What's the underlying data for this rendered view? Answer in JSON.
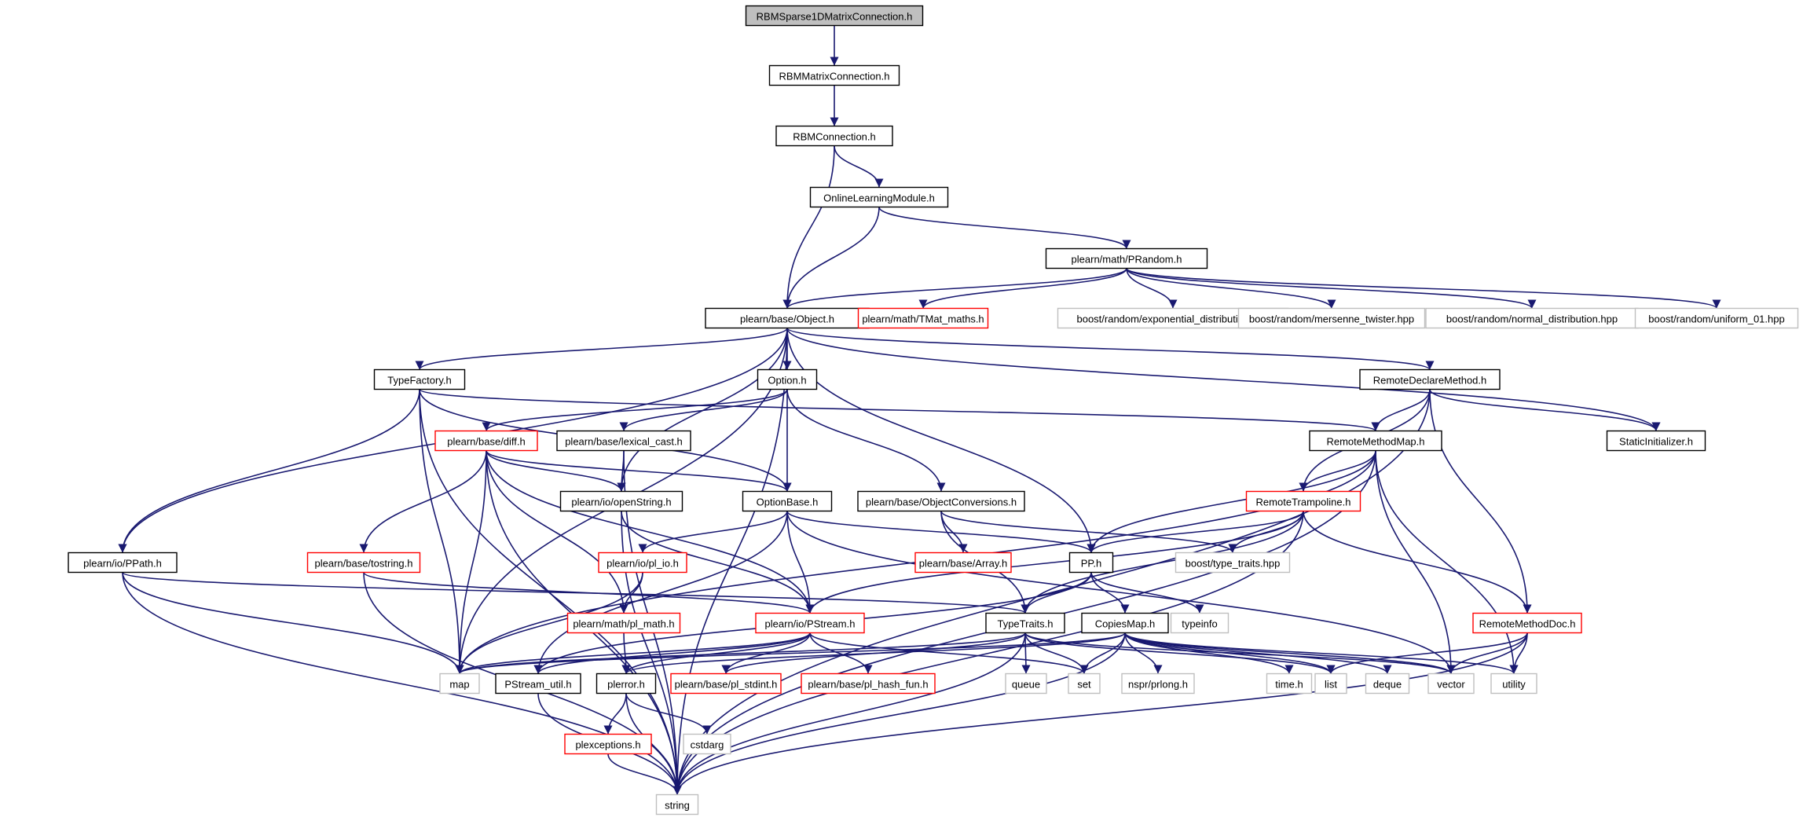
{
  "colors": {
    "edge": "#191970",
    "root_fill": "#bfbfbf",
    "documented_border": "#000000",
    "incomplete_border": "#ff0000",
    "external_border": "#bfbfbf",
    "background": "#ffffff"
  },
  "nodes": [
    {
      "id": "rbmsparse",
      "label": "RBMSparse1DMatrixConnection.h",
      "kind": "root"
    },
    {
      "id": "rbmmatrix",
      "label": "RBMMatrixConnection.h",
      "kind": "documented"
    },
    {
      "id": "rbmconn",
      "label": "RBMConnection.h",
      "kind": "documented"
    },
    {
      "id": "online",
      "label": "OnlineLearningModule.h",
      "kind": "documented"
    },
    {
      "id": "prandom",
      "label": "plearn/math/PRandom.h",
      "kind": "documented"
    },
    {
      "id": "object",
      "label": "plearn/base/Object.h",
      "kind": "documented"
    },
    {
      "id": "tmat",
      "label": "plearn/math/TMat_maths.h",
      "kind": "incomplete"
    },
    {
      "id": "expdist",
      "label": "boost/random/exponential_distribution.hpp",
      "kind": "external"
    },
    {
      "id": "mersenne",
      "label": "boost/random/mersenne_twister.hpp",
      "kind": "external"
    },
    {
      "id": "normdist",
      "label": "boost/random/normal_distribution.hpp",
      "kind": "external"
    },
    {
      "id": "uniform",
      "label": "boost/random/uniform_01.hpp",
      "kind": "external"
    },
    {
      "id": "typefactory",
      "label": "TypeFactory.h",
      "kind": "documented"
    },
    {
      "id": "option",
      "label": "Option.h",
      "kind": "documented"
    },
    {
      "id": "remotedeclare",
      "label": "RemoteDeclareMethod.h",
      "kind": "documented"
    },
    {
      "id": "diff",
      "label": "plearn/base/diff.h",
      "kind": "incomplete"
    },
    {
      "id": "lexical",
      "label": "plearn/base/lexical_cast.h",
      "kind": "documented"
    },
    {
      "id": "remotemap",
      "label": "RemoteMethodMap.h",
      "kind": "documented"
    },
    {
      "id": "staticinit",
      "label": "StaticInitializer.h",
      "kind": "documented"
    },
    {
      "id": "openstring",
      "label": "plearn/io/openString.h",
      "kind": "documented"
    },
    {
      "id": "optionbase",
      "label": "OptionBase.h",
      "kind": "documented"
    },
    {
      "id": "objconv",
      "label": "plearn/base/ObjectConversions.h",
      "kind": "documented"
    },
    {
      "id": "remotetramp",
      "label": "RemoteTrampoline.h",
      "kind": "incomplete"
    },
    {
      "id": "ppath",
      "label": "plearn/io/PPath.h",
      "kind": "documented"
    },
    {
      "id": "tostring",
      "label": "plearn/base/tostring.h",
      "kind": "incomplete"
    },
    {
      "id": "plio",
      "label": "plearn/io/pl_io.h",
      "kind": "incomplete"
    },
    {
      "id": "array",
      "label": "plearn/base/Array.h",
      "kind": "incomplete"
    },
    {
      "id": "pph",
      "label": "PP.h",
      "kind": "documented"
    },
    {
      "id": "typetraitsboost",
      "label": "boost/type_traits.hpp",
      "kind": "external"
    },
    {
      "id": "plmath",
      "label": "plearn/math/pl_math.h",
      "kind": "incomplete"
    },
    {
      "id": "pstream",
      "label": "plearn/io/PStream.h",
      "kind": "incomplete"
    },
    {
      "id": "typetraits",
      "label": "TypeTraits.h",
      "kind": "documented"
    },
    {
      "id": "copiesmap",
      "label": "CopiesMap.h",
      "kind": "documented"
    },
    {
      "id": "typeinfo",
      "label": "typeinfo",
      "kind": "external"
    },
    {
      "id": "remotedoc",
      "label": "RemoteMethodDoc.h",
      "kind": "incomplete"
    },
    {
      "id": "map",
      "label": "map",
      "kind": "external"
    },
    {
      "id": "pstreamutil",
      "label": "PStream_util.h",
      "kind": "documented"
    },
    {
      "id": "plerror",
      "label": "plerror.h",
      "kind": "documented"
    },
    {
      "id": "stdint",
      "label": "plearn/base/pl_stdint.h",
      "kind": "incomplete"
    },
    {
      "id": "hashfun",
      "label": "plearn/base/pl_hash_fun.h",
      "kind": "incomplete"
    },
    {
      "id": "queue",
      "label": "queue",
      "kind": "external"
    },
    {
      "id": "set",
      "label": "set",
      "kind": "external"
    },
    {
      "id": "prlong",
      "label": "nspr/prlong.h",
      "kind": "external"
    },
    {
      "id": "timeh",
      "label": "time.h",
      "kind": "external"
    },
    {
      "id": "list",
      "label": "list",
      "kind": "external"
    },
    {
      "id": "deque",
      "label": "deque",
      "kind": "external"
    },
    {
      "id": "vector",
      "label": "vector",
      "kind": "external"
    },
    {
      "id": "utility",
      "label": "utility",
      "kind": "external"
    },
    {
      "id": "plexceptions",
      "label": "plexceptions.h",
      "kind": "incomplete"
    },
    {
      "id": "cstdarg",
      "label": "cstdarg",
      "kind": "external"
    },
    {
      "id": "string",
      "label": "string",
      "kind": "external"
    }
  ],
  "edges": [
    [
      "rbmsparse",
      "rbmmatrix"
    ],
    [
      "rbmmatrix",
      "rbmconn"
    ],
    [
      "rbmconn",
      "online"
    ],
    [
      "rbmconn",
      "object"
    ],
    [
      "online",
      "object"
    ],
    [
      "online",
      "prandom"
    ],
    [
      "prandom",
      "object"
    ],
    [
      "prandom",
      "tmat"
    ],
    [
      "prandom",
      "expdist"
    ],
    [
      "prandom",
      "mersenne"
    ],
    [
      "prandom",
      "normdist"
    ],
    [
      "prandom",
      "uniform"
    ],
    [
      "object",
      "typefactory"
    ],
    [
      "object",
      "option"
    ],
    [
      "object",
      "remotedeclare"
    ],
    [
      "object",
      "staticinit"
    ],
    [
      "object",
      "ppath"
    ],
    [
      "object",
      "openstring"
    ],
    [
      "object",
      "pph"
    ],
    [
      "object",
      "map"
    ],
    [
      "object",
      "string"
    ],
    [
      "typefactory",
      "ppath"
    ],
    [
      "typefactory",
      "optionbase"
    ],
    [
      "typefactory",
      "remotemap"
    ],
    [
      "typefactory",
      "map"
    ],
    [
      "typefactory",
      "string"
    ],
    [
      "option",
      "diff"
    ],
    [
      "option",
      "lexical"
    ],
    [
      "option",
      "optionbase"
    ],
    [
      "option",
      "objconv"
    ],
    [
      "remotedeclare",
      "remotemap"
    ],
    [
      "remotedeclare",
      "remotetramp"
    ],
    [
      "remotedeclare",
      "remotedoc"
    ],
    [
      "remotedeclare",
      "staticinit"
    ],
    [
      "remotedeclare",
      "string"
    ],
    [
      "diff",
      "openstring"
    ],
    [
      "diff",
      "optionbase"
    ],
    [
      "diff",
      "tostring"
    ],
    [
      "diff",
      "plmath"
    ],
    [
      "diff",
      "pstream"
    ],
    [
      "diff",
      "map"
    ],
    [
      "diff",
      "string"
    ],
    [
      "lexical",
      "openstring"
    ],
    [
      "lexical",
      "string"
    ],
    [
      "remotemap",
      "remotetramp"
    ],
    [
      "remotemap",
      "pph"
    ],
    [
      "remotemap",
      "vector"
    ],
    [
      "remotemap",
      "utility"
    ],
    [
      "remotemap",
      "map"
    ],
    [
      "remotemap",
      "string"
    ],
    [
      "openstring",
      "pstream"
    ],
    [
      "openstring",
      "string"
    ],
    [
      "optionbase",
      "plio"
    ],
    [
      "optionbase",
      "pstream"
    ],
    [
      "optionbase",
      "pph"
    ],
    [
      "optionbase",
      "vector"
    ],
    [
      "optionbase",
      "pstreamutil"
    ],
    [
      "objconv",
      "array"
    ],
    [
      "objconv",
      "typetraits"
    ],
    [
      "objconv",
      "typetraitsboost"
    ],
    [
      "remotetramp",
      "pph"
    ],
    [
      "remotetramp",
      "pstream"
    ],
    [
      "remotetramp",
      "typetraits"
    ],
    [
      "remotetramp",
      "remotedoc"
    ],
    [
      "remotetramp",
      "typetraitsboost"
    ],
    [
      "remotetramp",
      "string"
    ],
    [
      "ppath",
      "typetraits"
    ],
    [
      "ppath",
      "map"
    ],
    [
      "ppath",
      "string"
    ],
    [
      "tostring",
      "pstream"
    ],
    [
      "tostring",
      "string"
    ],
    [
      "plio",
      "plmath"
    ],
    [
      "plio",
      "map"
    ],
    [
      "plmath",
      "plerror"
    ],
    [
      "pph",
      "typetraits"
    ],
    [
      "pph",
      "copiesmap"
    ],
    [
      "pph",
      "typeinfo"
    ],
    [
      "pph",
      "pstreamutil"
    ],
    [
      "pstream",
      "pstreamutil"
    ],
    [
      "pstream",
      "plerror"
    ],
    [
      "pstream",
      "stdint"
    ],
    [
      "pstream",
      "hashfun"
    ],
    [
      "pstream",
      "map"
    ],
    [
      "pstream",
      "set"
    ],
    [
      "typetraits",
      "queue"
    ],
    [
      "typetraits",
      "set"
    ],
    [
      "typetraits",
      "vector"
    ],
    [
      "typetraits",
      "list"
    ],
    [
      "typetraits",
      "map"
    ],
    [
      "typetraits",
      "stdint"
    ],
    [
      "typetraits",
      "string"
    ],
    [
      "copiesmap",
      "map"
    ],
    [
      "copiesmap",
      "set"
    ],
    [
      "copiesmap",
      "prlong"
    ],
    [
      "copiesmap",
      "timeh"
    ],
    [
      "copiesmap",
      "list"
    ],
    [
      "copiesmap",
      "deque"
    ],
    [
      "copiesmap",
      "vector"
    ],
    [
      "copiesmap",
      "utility"
    ],
    [
      "copiesmap",
      "plerror"
    ],
    [
      "copiesmap",
      "string"
    ],
    [
      "remotedoc",
      "list"
    ],
    [
      "remotedoc",
      "vector"
    ],
    [
      "remotedoc",
      "utility"
    ],
    [
      "remotedoc",
      "string"
    ],
    [
      "pstreamutil",
      "string"
    ],
    [
      "plerror",
      "plexceptions"
    ],
    [
      "plerror",
      "cstdarg"
    ],
    [
      "plerror",
      "string"
    ],
    [
      "plexceptions",
      "string"
    ]
  ]
}
